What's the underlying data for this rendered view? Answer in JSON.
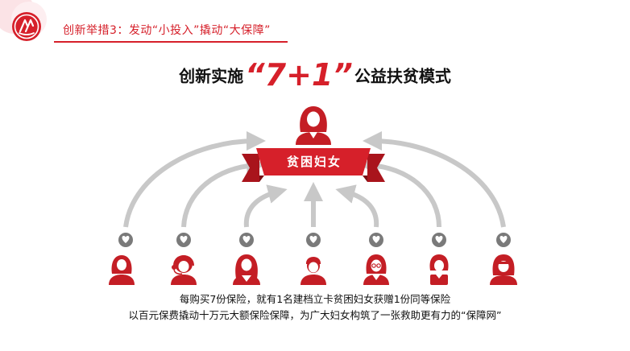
{
  "header": {
    "title": "创新举措3：发动“小投入”撬动“大保障”",
    "logo_icon": "women-federation-logo-icon",
    "accent_color": "#d6202a"
  },
  "headline": {
    "prefix": "创新实施",
    "model": "“7+1”",
    "suffix": "公益扶贫模式"
  },
  "diagram": {
    "center_label": "贫困妇女",
    "center_icon": "woman-icon",
    "donors": [
      {
        "icon": "woman-icon"
      },
      {
        "icon": "woman-headset-icon"
      },
      {
        "icon": "woman-long-hair-icon"
      },
      {
        "icon": "person-short-hair-icon"
      },
      {
        "icon": "woman-glasses-icon"
      },
      {
        "icon": "woman-bob-hair-icon"
      },
      {
        "icon": "woman-bangs-icon"
      }
    ],
    "heart_icon": "heart-icon"
  },
  "caption": {
    "line1": "每购买7份保险，就有1名建档立卡贫困妇女获赠1份同等保险",
    "line2": "以百元保费撬动十万元大额保险保障，为广大妇女构筑了一张救助更有力的“保障网”"
  }
}
